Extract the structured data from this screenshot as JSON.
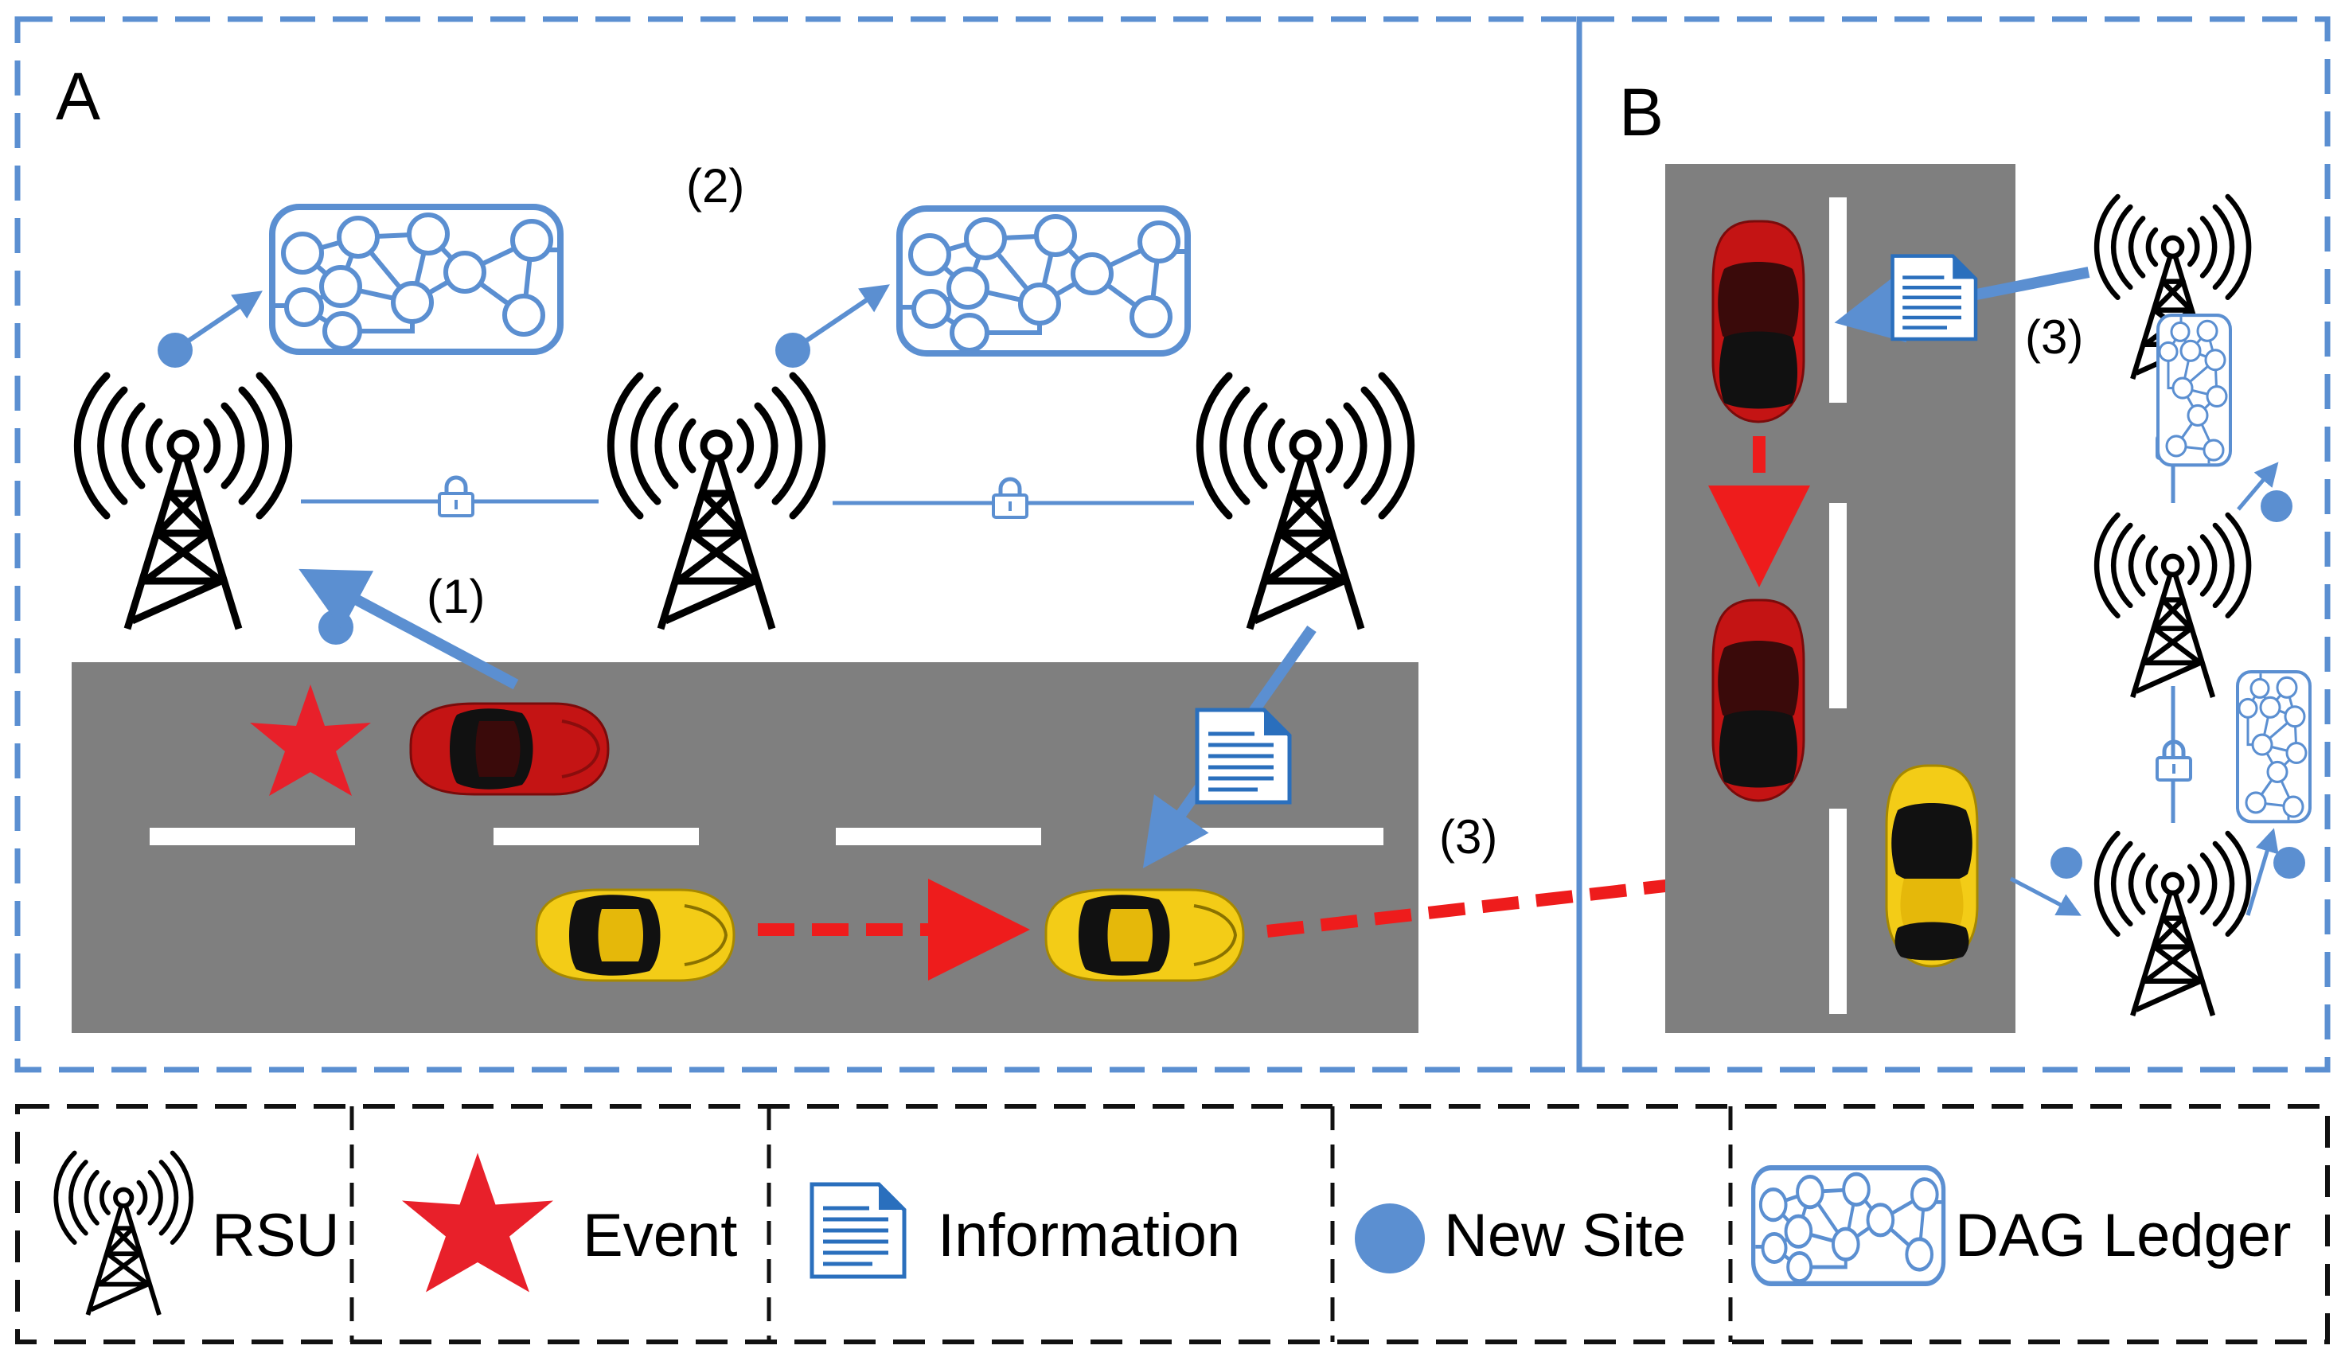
{
  "panels": {
    "a_label": "A",
    "b_label": "B"
  },
  "steps": {
    "step1": "(1)",
    "step2": "(2)",
    "step3_a": "(3)",
    "step3_b": "(3)"
  },
  "legend": {
    "rsu": "RSU",
    "event": "Event",
    "information": "Information",
    "new_site": "New Site",
    "dag_ledger": "DAG Ledger"
  },
  "colors": {
    "panel_border": "#5b8fd1",
    "legend_border": "#111111",
    "road": "#7f7f7f",
    "lane_mark": "#ffffff",
    "link_blue": "#5b8fd1",
    "move_arrow": "#ee1c1c",
    "event_star": "#e8202a",
    "car_red": "#c41414",
    "car_yellow": "#f3cc17"
  },
  "icons": {
    "rsu": "rsu-tower-icon",
    "event": "event-star-icon",
    "information": "document-icon",
    "new_site": "new-site-dot-icon",
    "dag_ledger": "dag-ledger-icon",
    "lock": "lock-icon"
  }
}
